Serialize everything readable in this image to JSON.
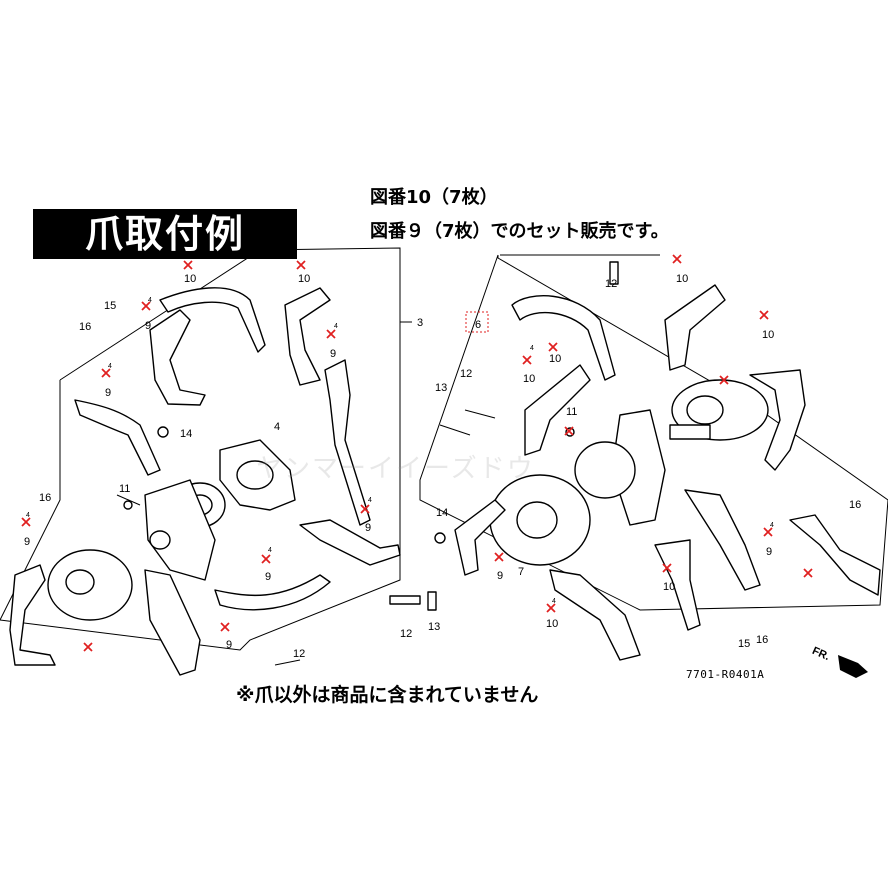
{
  "title_badge": "爪取付例",
  "header": {
    "line1": "図番10（7枚）",
    "line2": "図番９（7枚）でのセット販売です。"
  },
  "footer_note": "※爪以外は商品に含まれていません",
  "diagram_code": "7701-R0401A",
  "direction_label": "FR.",
  "watermark": "ヤンマーイイーズドウ",
  "part_labels": {
    "p3": "3",
    "p4": "4",
    "p6": "6",
    "p7": "7",
    "p9": "9",
    "p10": "10",
    "p11": "11",
    "p12": "12",
    "p13": "13",
    "p14": "14",
    "p15": "15",
    "p16": "16",
    "sub4": "4"
  },
  "colors": {
    "mark_red": "#e02020",
    "badge_bg": "#000000",
    "badge_text": "#ffffff"
  }
}
